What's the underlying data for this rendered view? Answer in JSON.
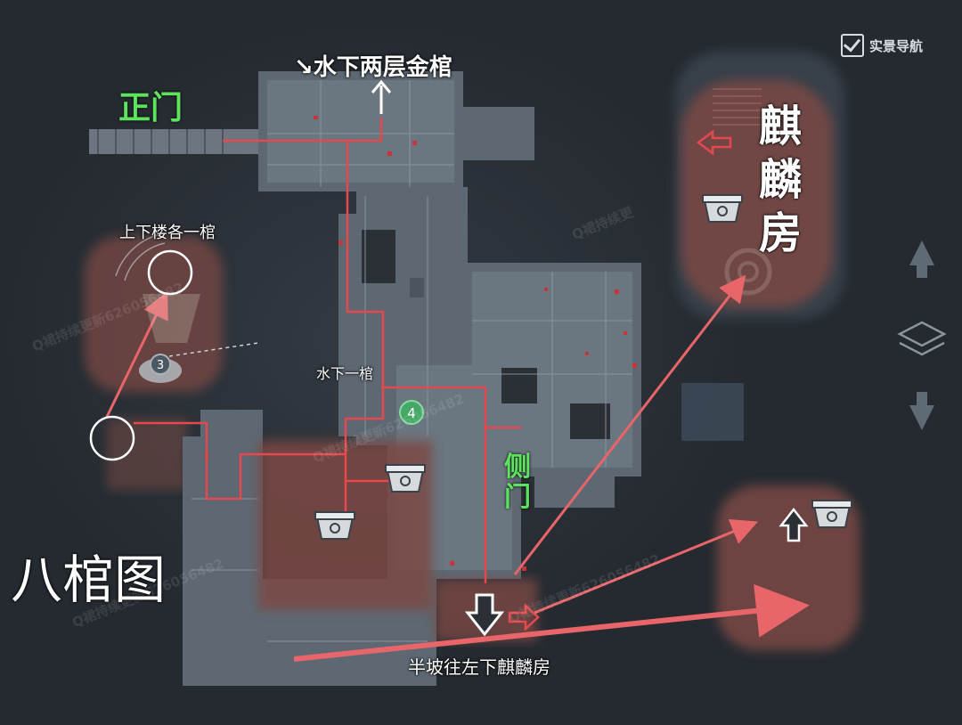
{
  "title": "八棺图",
  "live_nav": {
    "label": "实景导航",
    "checked": true
  },
  "labels": {
    "main_gate": "正门",
    "side_gate": "侧门",
    "underwater_two": "↘水下两层金棺",
    "up_down": "上下楼各一棺",
    "underwater_one": "水下一棺",
    "half_slope": "半坡往左下麒麟房",
    "qilin_room": "麒麟房"
  },
  "markers": [
    {
      "name": "floor-marker-3",
      "text": "3"
    },
    {
      "name": "floor-marker-4",
      "text": "4"
    }
  ],
  "watermarks": [
    "Q裙持续更新626056482",
    "Q裙持续更新626056482",
    "Q裙持续更新626056482",
    "Q裙持续更新626056482",
    "Q裙持续更"
  ],
  "colors": {
    "route": "#e5484d",
    "arrow": "#e8656a",
    "room_fill": "#8a4a45",
    "building": "#5b6670",
    "label_green": "#5ee35e"
  },
  "icons": [
    "coffin-icon",
    "floor-up-icon",
    "floor-layers-icon",
    "floor-down-icon",
    "stairs-icon",
    "checkbox-icon"
  ]
}
